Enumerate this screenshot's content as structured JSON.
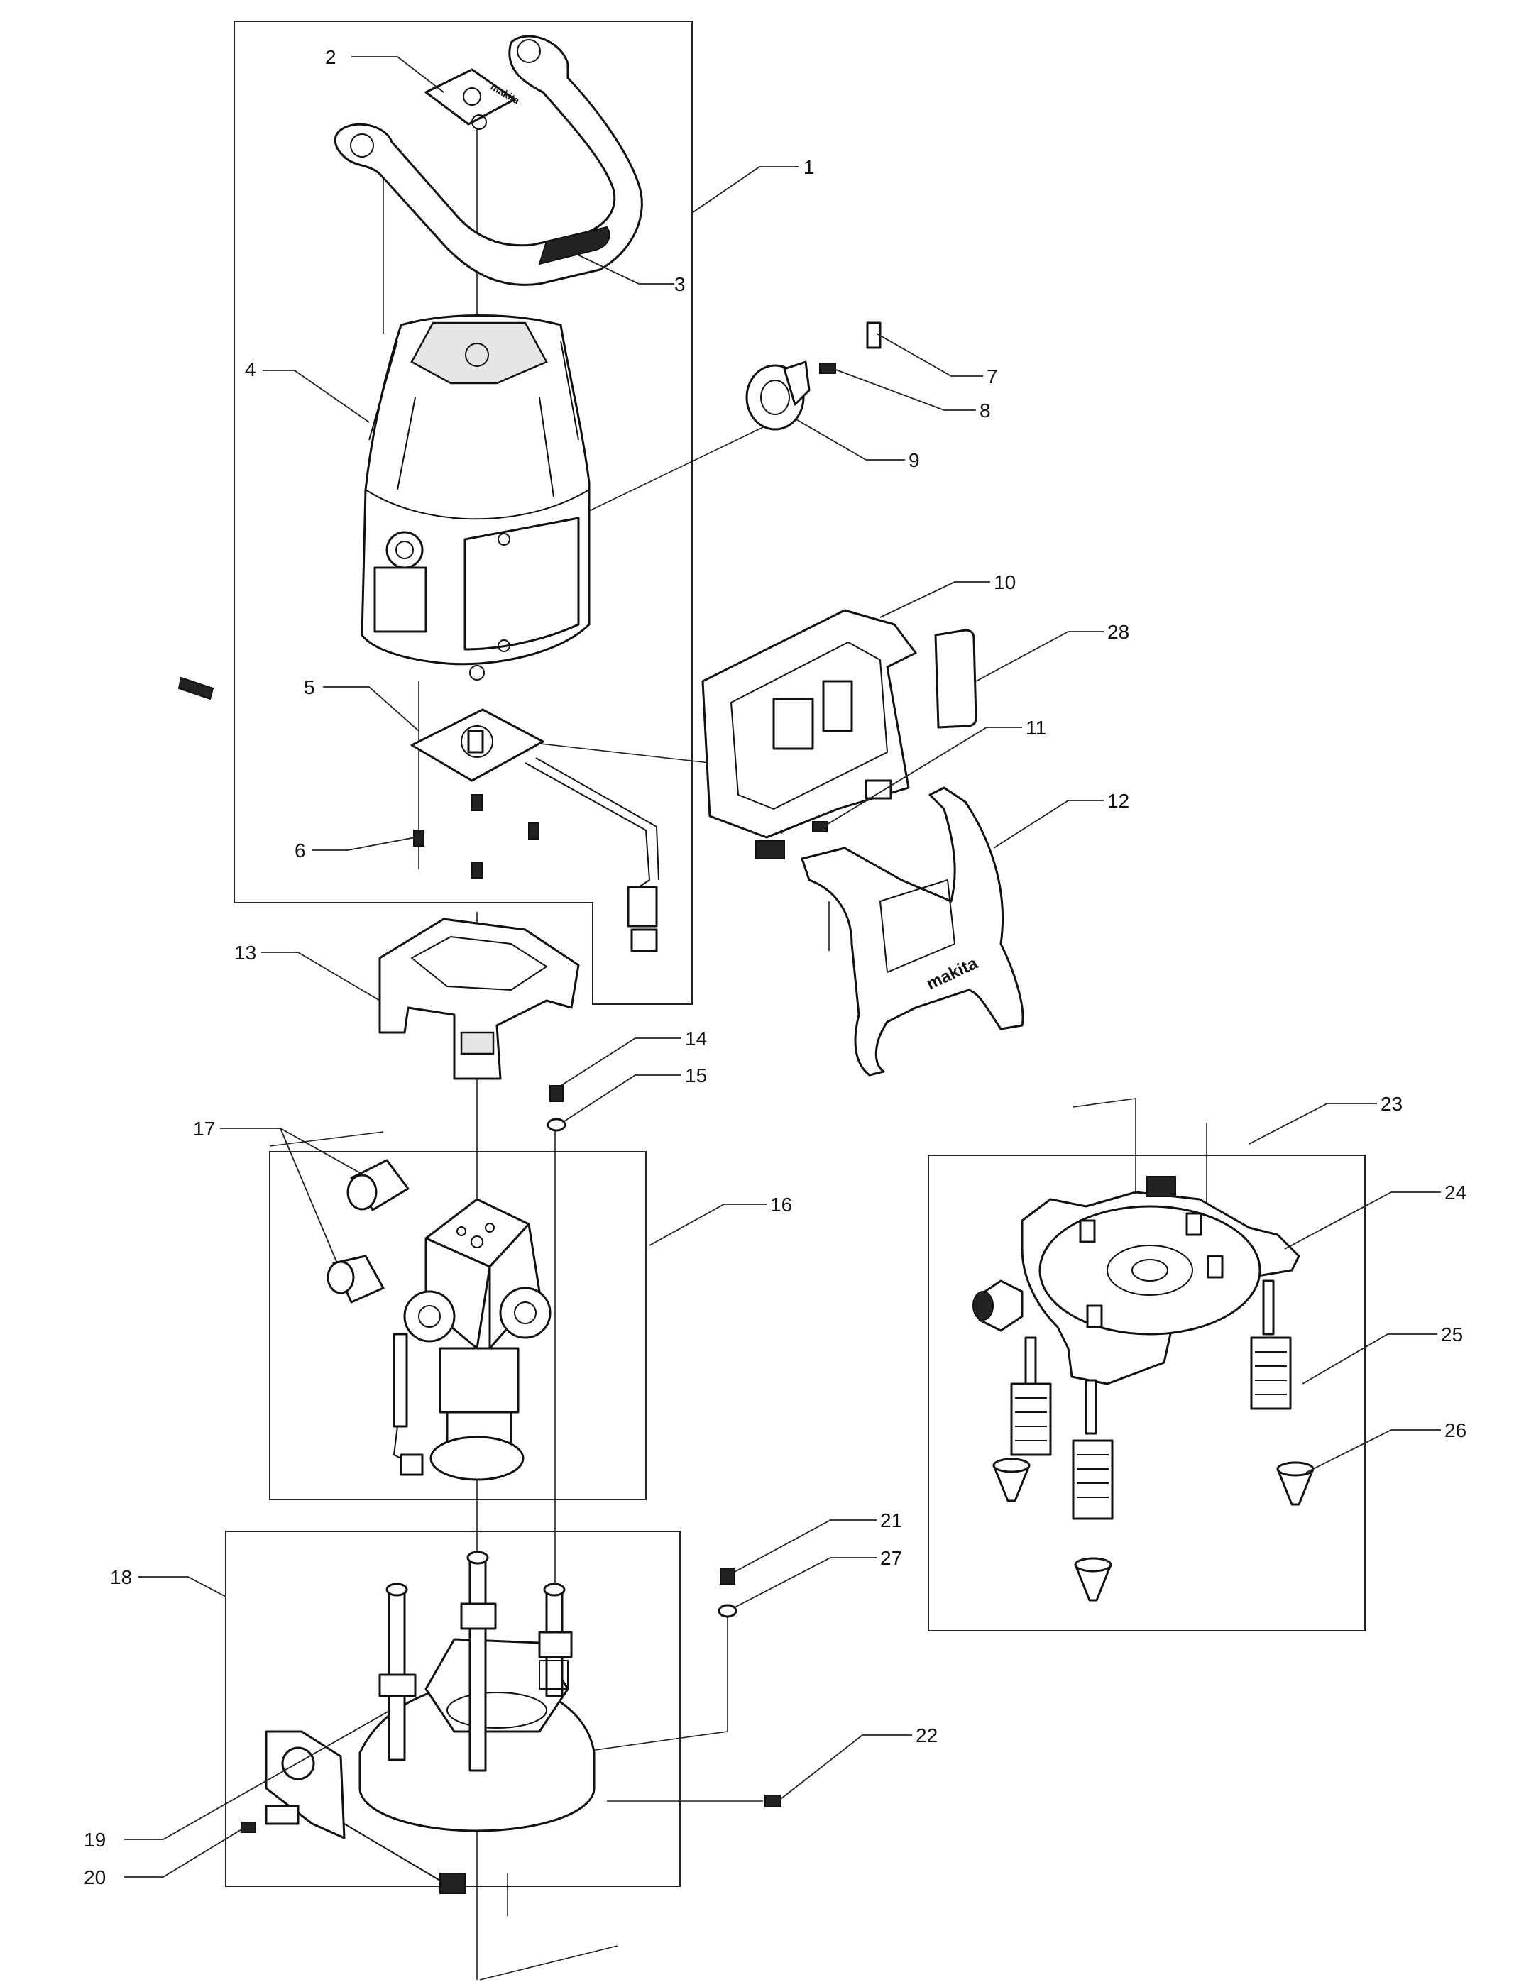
{
  "diagram": {
    "callouts": [
      "1",
      "2",
      "3",
      "4",
      "5",
      "6",
      "7",
      "8",
      "9",
      "10",
      "11",
      "12",
      "13",
      "14",
      "15",
      "16",
      "17",
      "18",
      "19",
      "20",
      "21",
      "22",
      "23",
      "24",
      "25",
      "26",
      "27",
      "28"
    ],
    "logo_text": "makita",
    "colors": {
      "line": "#111111",
      "background": "#ffffff",
      "fill_grey": "#e6e6e6"
    }
  }
}
